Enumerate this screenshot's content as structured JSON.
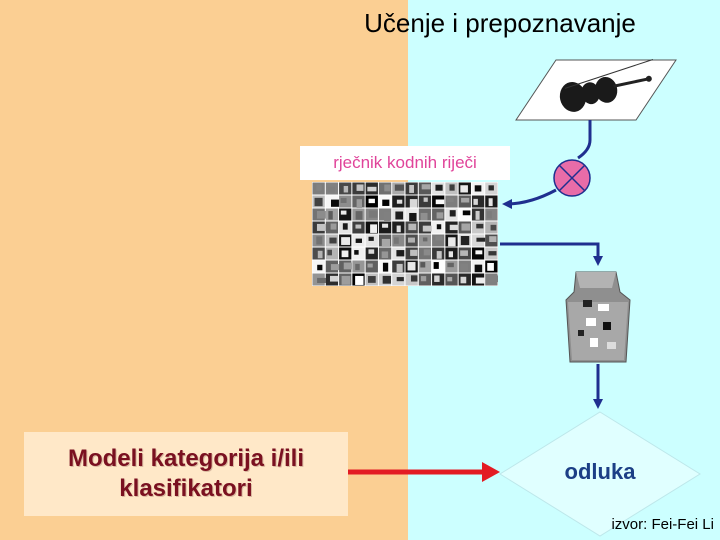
{
  "title": "Učenje i prepoznavanje",
  "codebook": {
    "label": "rječnik kodnih riječi"
  },
  "models": {
    "label_line1": "Modeli kategorija i/ili",
    "label_line2": "klasifikatori"
  },
  "decision": {
    "label": "odluka"
  },
  "source": "izvor: Fei-Fei Li",
  "icons": [
    "violin-image-icon",
    "match-circle-icon",
    "bag-of-words-icon"
  ],
  "colors": {
    "left_panel": "#FBCF93",
    "right_panel": "#CCFFFF",
    "arrow_blue": "#1F2F8F",
    "arrow_red": "#E31B23",
    "circle": "#E86CA8",
    "codebook_text": "#E0449A",
    "model_text": "#7A1020",
    "decision_text": "#1C3F86"
  }
}
